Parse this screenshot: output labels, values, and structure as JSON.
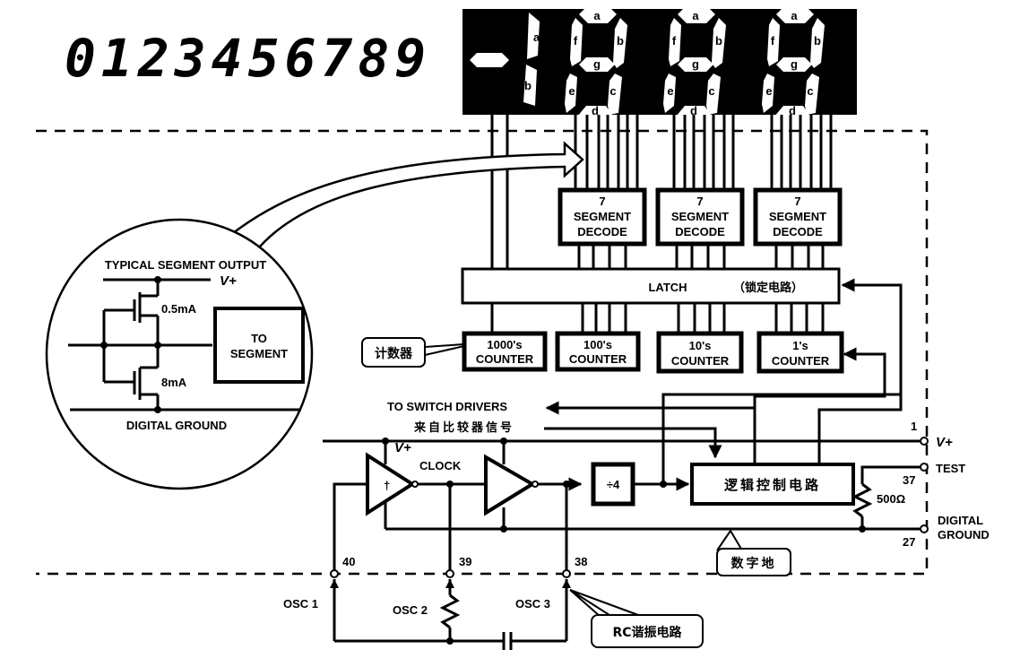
{
  "digits_sample": "0123456789",
  "display": {
    "digits": [
      {
        "type": "half-digit",
        "segments": [
          "a",
          "b"
        ],
        "sign": "minus"
      },
      {
        "type": "full-digit",
        "segments": [
          "a",
          "b",
          "c",
          "d",
          "e",
          "f",
          "g"
        ]
      },
      {
        "type": "full-digit",
        "segments": [
          "a",
          "b",
          "c",
          "d",
          "e",
          "f",
          "g"
        ]
      },
      {
        "type": "full-digit",
        "segments": [
          "a",
          "b",
          "c",
          "d",
          "e",
          "f",
          "g"
        ]
      }
    ]
  },
  "decoders": [
    {
      "line1": "7",
      "line2": "SEGMENT",
      "line3": "DECODE"
    },
    {
      "line1": "7",
      "line2": "SEGMENT",
      "line3": "DECODE"
    },
    {
      "line1": "7",
      "line2": "SEGMENT",
      "line3": "DECODE"
    }
  ],
  "latch": {
    "label": "LATCH",
    "label_cn": "（锁定电路）"
  },
  "counters": [
    {
      "line1": "1000's",
      "line2": "COUNTER"
    },
    {
      "line1": "100's",
      "line2": "COUNTER"
    },
    {
      "line1": "10's",
      "line2": "COUNTER"
    },
    {
      "line1": "1's",
      "line2": "COUNTER"
    }
  ],
  "callouts": {
    "counter": "计数器",
    "digital_ground": "数字地",
    "rc_osc": "RC谐振电路"
  },
  "inset": {
    "title": "TYPICAL SEGMENT OUTPUT",
    "vplus": "V+",
    "current_top": "0.5mA",
    "current_bottom": "8mA",
    "box_line1": "TO",
    "box_line2": "SEGMENT",
    "ground": "DIGITAL GROUND"
  },
  "signals": {
    "to_switch_drivers": "TO SWITCH DRIVERS",
    "from_comparator": "来自比较器信号",
    "clock": "CLOCK",
    "vplus": "V+",
    "divider": "÷4",
    "logic": "逻辑控制电路",
    "resistor": "500Ω"
  },
  "pins": {
    "p1": {
      "num": "1",
      "name": "V+"
    },
    "p37": {
      "num": "37",
      "name": "TEST"
    },
    "p27": {
      "num": "27",
      "name_line1": "DIGITAL",
      "name_line2": "GROUND"
    },
    "p40": {
      "num": "40",
      "name": "OSC 1"
    },
    "p39": {
      "num": "39",
      "name": "OSC 2"
    },
    "p38": {
      "num": "38",
      "name": "OSC 3"
    }
  }
}
